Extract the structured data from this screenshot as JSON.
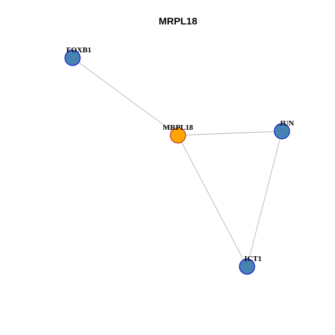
{
  "title": "MRPL18",
  "colors": {
    "hub_fill": "#FFA500",
    "hub_stroke": "#B22222",
    "node_fill": "#4682B4",
    "node_stroke": "#0000CD",
    "edge": "#B3B3B3"
  },
  "graph": {
    "nodes": [
      {
        "id": "FOXB1",
        "label": "FOXB1",
        "role": "neighbor"
      },
      {
        "id": "MRPL18",
        "label": "MRPL18",
        "role": "hub"
      },
      {
        "id": "JUN",
        "label": "JUN",
        "role": "neighbor"
      },
      {
        "id": "ICT1",
        "label": "ICT1",
        "role": "neighbor"
      }
    ],
    "edges": [
      {
        "source": "FOXB1",
        "target": "MRPL18"
      },
      {
        "source": "MRPL18",
        "target": "JUN"
      },
      {
        "source": "MRPL18",
        "target": "ICT1"
      },
      {
        "source": "JUN",
        "target": "ICT1"
      }
    ]
  }
}
